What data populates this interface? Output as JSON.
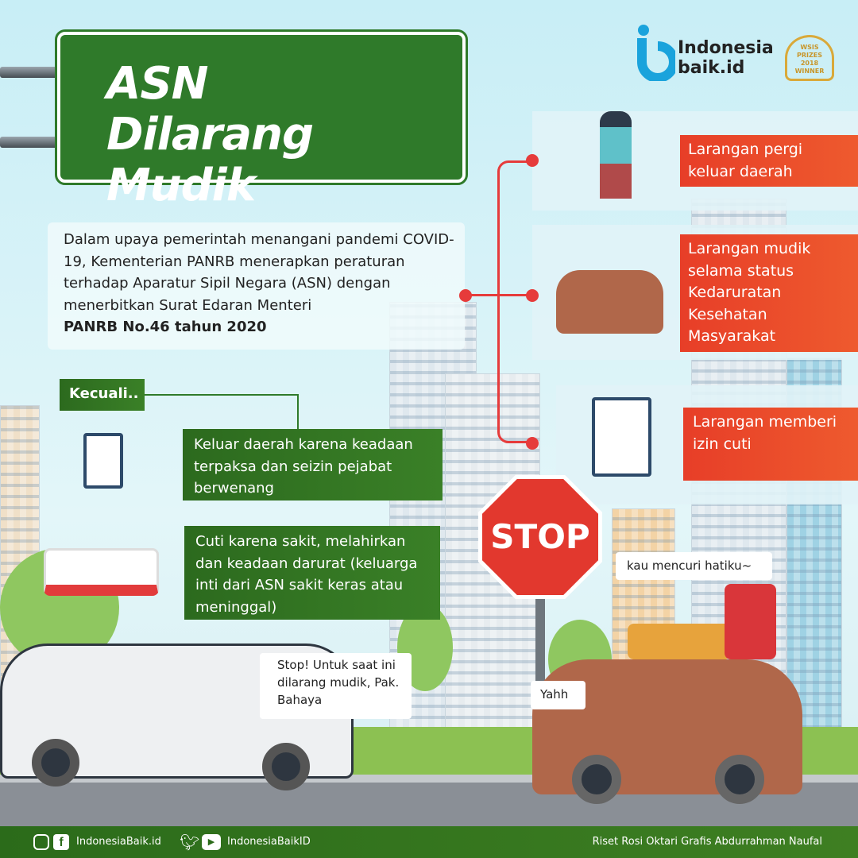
{
  "title": "ASN Dilarang Mudik",
  "brand": {
    "logo_line1": "Indonesia",
    "logo_line2": "baik.id",
    "award": "WSIS PRIZES 2018 WINNER"
  },
  "intro": {
    "text": "Dalam upaya pemerintah menangani pandemi COVID-19, Kementerian PANRB menerapkan peraturan terhadap Aparatur Sipil Negara (ASN) dengan menerbitkan Surat Edaran Menteri",
    "bold": "PANRB No.46 tahun 2020"
  },
  "exceptions": {
    "label": "Kecuali..",
    "items": [
      "Keluar daerah karena keadaan terpaksa dan seizin pejabat berwenang",
      "Cuti karena sakit, melahirkan dan keadaan darurat (keluarga inti dari ASN sakit keras atau meninggal)"
    ]
  },
  "prohibitions": [
    "Larangan pergi keluar daerah",
    "Larangan mudik selama status Kedaruratan Kesehatan Masyarakat",
    "Larangan memberi izin cuti"
  ],
  "stop_sign": "STOP",
  "bubbles": {
    "police": "Stop! Untuk saat ini dilarang mudik, Pak. Bahaya",
    "car": "Yahh",
    "radio": "kau mencuri hatiku~"
  },
  "footer": {
    "social1": "IndonesiaBaik.id",
    "social2": "IndonesiaBaikID",
    "credits": "Riset Rosi Oktari Grafis Abdurrahman Naufal"
  },
  "colors": {
    "green": "#2f7a2a",
    "red": "#e8452a",
    "sky": "#c8eef6"
  }
}
